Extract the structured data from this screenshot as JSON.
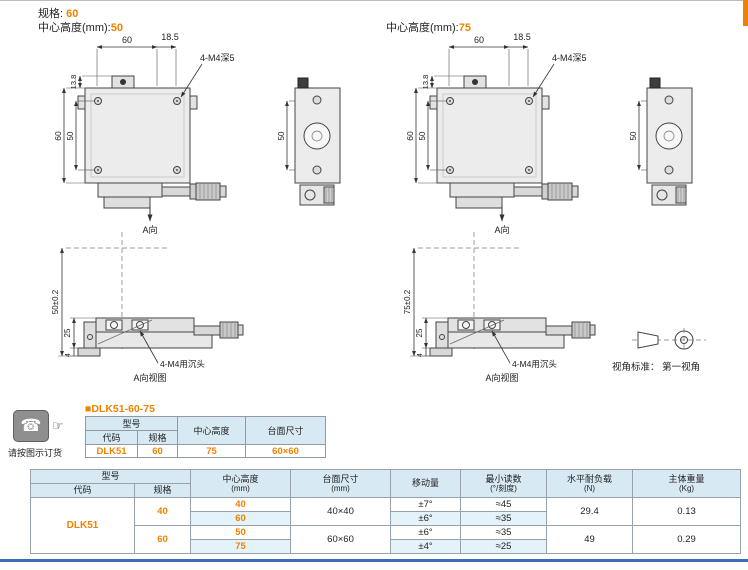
{
  "page": {
    "spec_label": "规格:",
    "spec_value": "60",
    "center_height_label": "中心高度(mm):",
    "center_height_left": "50",
    "center_height_right": "75"
  },
  "drawing": {
    "left": {
      "dim_top_width": "60",
      "dim_top_offset": "18.5",
      "callout_top": "4-M4深5",
      "dim_knob_height": "13.8",
      "dim_body_height": "60",
      "dim_hole_span": "50",
      "dim_side_height": "50",
      "view_arrow_label": "A向",
      "dim_center_height": "50±0.2",
      "dim_base_height": "25",
      "dim_foot": "4",
      "callout_bottom": "4-M4用沉头",
      "view_label": "A向视图"
    },
    "right": {
      "dim_top_width": "60",
      "dim_top_offset": "18.5",
      "callout_top": "4-M4深5",
      "dim_knob_height": "13.8",
      "dim_body_height": "60",
      "dim_hole_span": "50",
      "dim_side_height": "50",
      "view_arrow_label": "A向",
      "dim_center_height": "75±0.2",
      "dim_base_height": "25",
      "dim_foot": "4",
      "callout_bottom": "4-M4用沉头",
      "view_label": "A向视图"
    },
    "view_standard_label": "视角标准： 第一视角"
  },
  "order": {
    "phone_icon": "☎",
    "hand_icon": "☞",
    "note": "请按图示订货",
    "title": "■DLK51-60-75",
    "table": {
      "h_model": "型号",
      "h_code": "代码",
      "h_spec": "规格",
      "h_center_height": "中心高度",
      "h_table_size": "台面尺寸",
      "code": "DLK51",
      "spec": "60",
      "center_height": "75",
      "table_size": "60×60"
    }
  },
  "spec_table": {
    "headers": {
      "model": "型号",
      "code": "代码",
      "spec": "规格",
      "center_height": "中心高度",
      "center_height_unit": "(mm)",
      "table_size": "台面尺寸",
      "table_size_unit": "(mm)",
      "travel": "移动量",
      "min_reading": "最小读数",
      "min_reading_unit": "(°/刻度)",
      "load": "水平耐负载",
      "load_unit": "(N)",
      "weight": "主体重量",
      "weight_unit": "(Kg)"
    },
    "code_value": "DLK51",
    "groups": [
      {
        "spec": "40",
        "table_size": "40×40",
        "load": "29.4",
        "weight": "0.13",
        "rows": [
          {
            "center_height": "40",
            "travel": "±7°",
            "min_reading": "≈45"
          },
          {
            "center_height": "60",
            "travel": "±6°",
            "min_reading": "≈35"
          }
        ]
      },
      {
        "spec": "60",
        "table_size": "60×60",
        "load": "49",
        "weight": "0.29",
        "rows": [
          {
            "center_height": "50",
            "travel": "±6°",
            "min_reading": "≈35"
          },
          {
            "center_height": "75",
            "travel": "±4°",
            "min_reading": "≈25"
          }
        ]
      }
    ]
  },
  "colors": {
    "accent": "#ef8200",
    "table_header_bg": "#d7e9f2",
    "row_alt_bg": "#e4f2fa",
    "footer_line": "#3a6db5"
  }
}
